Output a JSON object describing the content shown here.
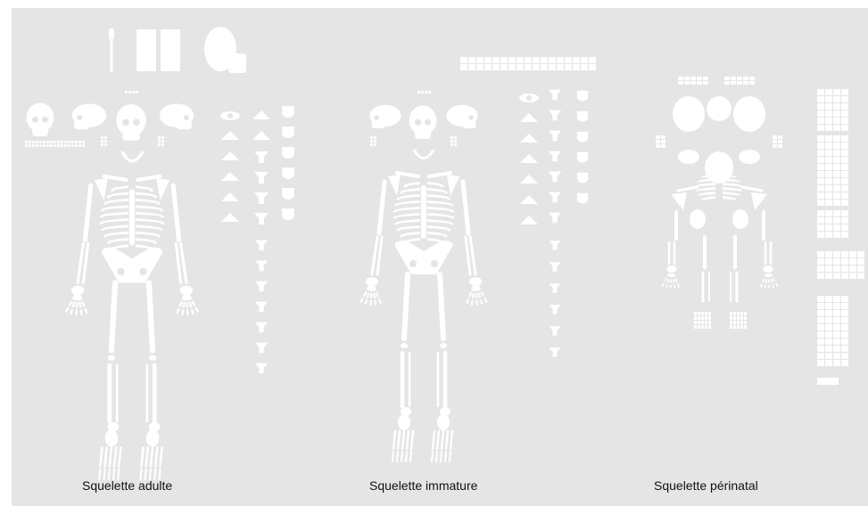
{
  "figure": {
    "background": "#e5e5e5",
    "bone_color": "#ffffff",
    "caption_color": "#111111",
    "skeletons": [
      {
        "id": "adult",
        "label": "Squelette adulte"
      },
      {
        "id": "immature",
        "label": "Squelette immature"
      },
      {
        "id": "perinatal",
        "label": "Squelette périnatal"
      }
    ]
  }
}
